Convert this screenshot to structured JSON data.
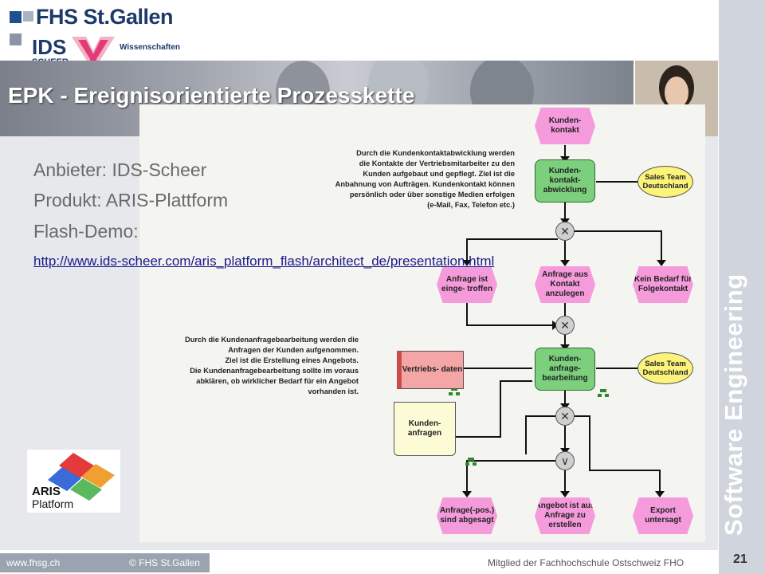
{
  "header": {
    "fhs_logo_text": "FHS St.Gallen",
    "ids_logo_text": "IDS",
    "ids_logo_sub": "SCHEER",
    "ids_logo_tail": "Wissenschaften"
  },
  "slide": {
    "title": "EPK - Ereignisorientierte Prozesskette",
    "lines": [
      "Anbieter: IDS-Scheer",
      "Produkt: ARIS-Plattform",
      "Flash-Demo:"
    ],
    "link": "http://www.ids-scheer.com/aris_platform_flash/architect_de/presentation.html",
    "side_label": "Software Engineering"
  },
  "diagram": {
    "note1": [
      "Durch die Kundenkontaktabwicklung werden",
      "die Kontakte der Vertriebsmitarbeiter zu den",
      "Kunden aufgebaut und gepflegt. Ziel ist die",
      "Anbahnung von Aufträgen. Kundenkontakt können",
      "persönlich oder über sonstige Medien erfolgen",
      "(e-Mail, Fax, Telefon etc.)"
    ],
    "note2": [
      "Durch die Kundenanfragebearbeitung werden die",
      "Anfragen der Kunden aufgenommen.",
      "Ziel ist die Erstellung eines Angebots.",
      "Die Kundenanfragebearbeitung sollte im voraus",
      "abklären, ob wirklicher Bedarf für ein Angebot",
      "vorhanden ist."
    ],
    "events": {
      "kundenkontakt": "Kunden- kontakt",
      "anfrage_eingetroffen": "Anfrage ist einge- troffen",
      "anfrage_aus_kontakt": "Anfrage aus Kontakt anzulegen",
      "kein_bedarf": "Kein Bedarf für Folgekontakt",
      "anfrage_abgesagt": "Anfrage(-pos.) sind abgesagt",
      "angebot_erstellen": "Angebot ist aus Anfrage zu erstellen",
      "export_untersagt": "Export untersagt"
    },
    "functions": {
      "kontaktabwicklung": "Kunden- kontakt- abwicklung",
      "anfragebearbeitung": "Kunden- anfrage- bearbeitung"
    },
    "orgs": {
      "sales1": "Sales Team Deutschland",
      "sales2": "Sales Team Deutschland"
    },
    "docs": {
      "vertriebsdaten": "Vertriebs- daten",
      "kundenanfragen": "Kunden- anfragen"
    },
    "connectors": {
      "xor": "✕",
      "or": "∨"
    }
  },
  "aris_logo": {
    "line1": "ARIS",
    "line2": "Platform"
  },
  "footer": {
    "site": "www.fhsg.ch",
    "copyright": "© FHS St.Gallen",
    "member": "Mitglied der Fachhochschule Ostschweiz FHO",
    "page": "21"
  },
  "colors": {
    "navy": "#1d3a6b",
    "event": "#f59bdc",
    "function": "#7ccf7c",
    "org": "#fbf37a",
    "strip": "#cfd4dd"
  }
}
